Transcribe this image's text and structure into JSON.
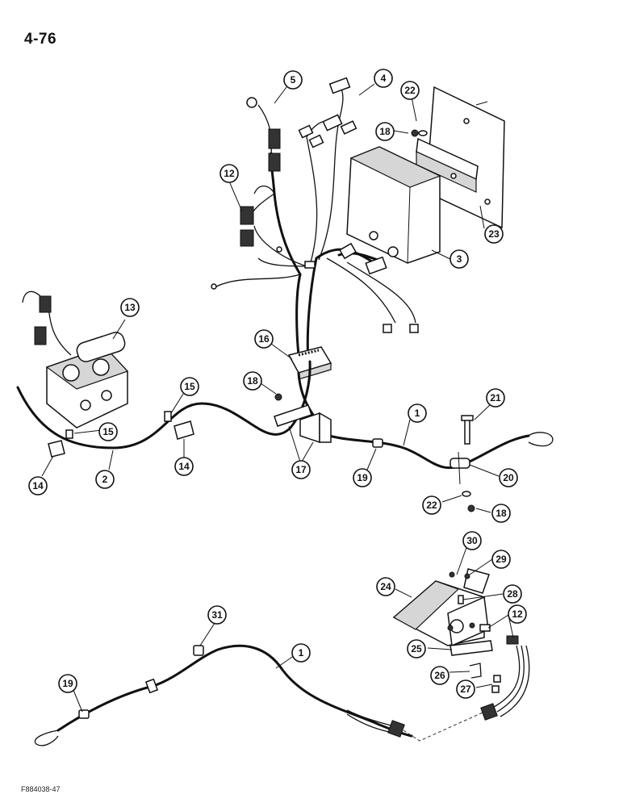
{
  "page": {
    "title": "4-76",
    "figure_code": "F884038-47"
  },
  "callouts": {
    "c1a": "1",
    "c1b": "1",
    "c2": "2",
    "c3": "3",
    "c4": "4",
    "c5": "5",
    "c12a": "12",
    "c12b": "12",
    "c13": "13",
    "c14a": "14",
    "c14b": "14",
    "c15a": "15",
    "c15b": "15",
    "c16": "16",
    "c17": "17",
    "c18a": "18",
    "c18b": "18",
    "c18c": "18",
    "c19a": "19",
    "c19b": "19",
    "c20": "20",
    "c21": "21",
    "c22a": "22",
    "c22b": "22",
    "c23": "23",
    "c24": "24",
    "c25": "25",
    "c26": "26",
    "c27": "27",
    "c28": "28",
    "c29": "29",
    "c30": "30",
    "c31": "31"
  }
}
